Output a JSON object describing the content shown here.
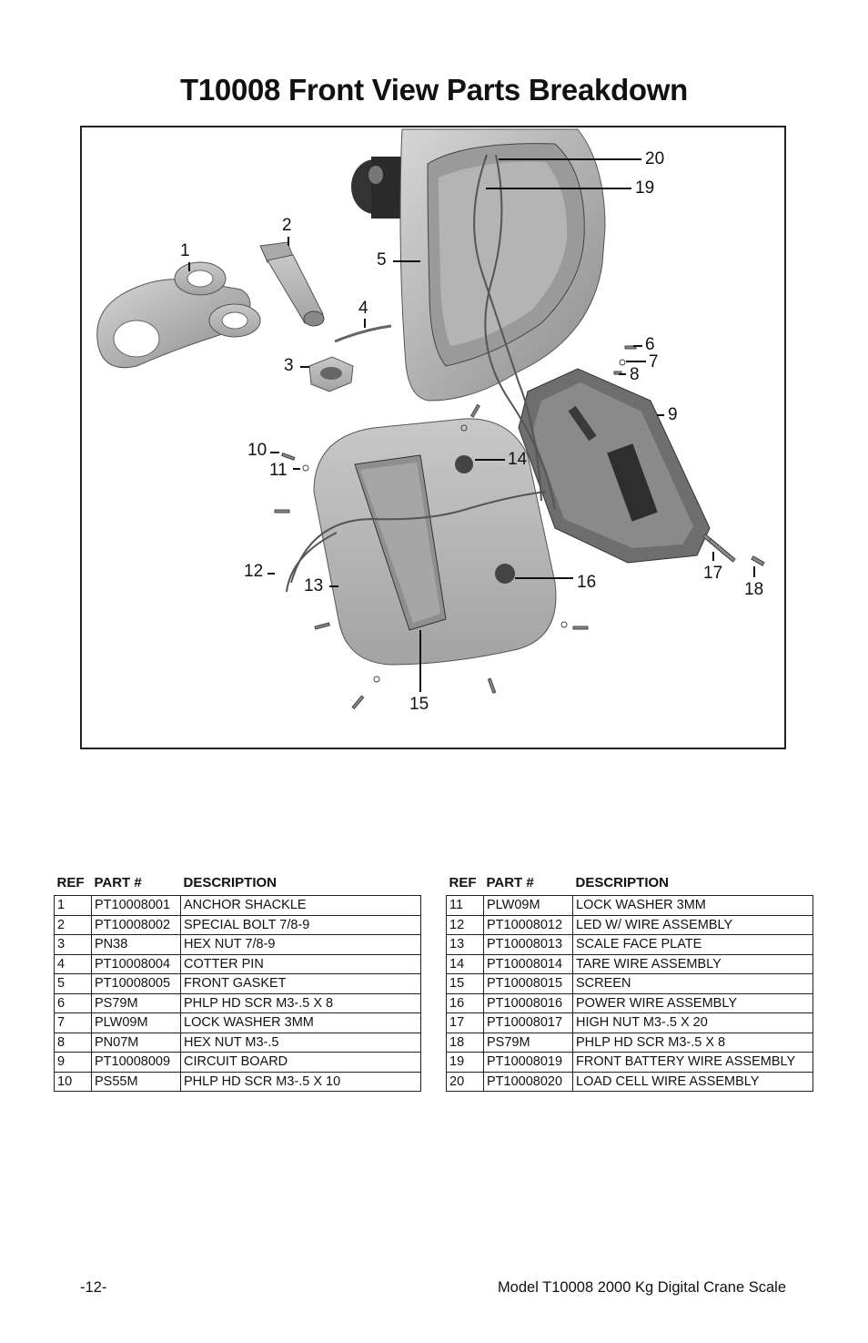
{
  "title": "T10008 Front View Parts Breakdown",
  "diagram": {
    "callouts": [
      "1",
      "2",
      "3",
      "4",
      "5",
      "6",
      "7",
      "8",
      "9",
      "10",
      "11",
      "12",
      "13",
      "14",
      "15",
      "16",
      "17",
      "18",
      "19",
      "20"
    ]
  },
  "tables": {
    "headers": {
      "ref": "REF",
      "part": "PART #",
      "desc": "DESCRIPTION"
    },
    "left": [
      {
        "ref": "1",
        "part": "PT10008001",
        "desc": "ANCHOR SHACKLE"
      },
      {
        "ref": "2",
        "part": "PT10008002",
        "desc": "SPECIAL BOLT 7/8-9"
      },
      {
        "ref": "3",
        "part": "PN38",
        "desc": "HEX NUT 7/8-9"
      },
      {
        "ref": "4",
        "part": "PT10008004",
        "desc": "COTTER PIN"
      },
      {
        "ref": "5",
        "part": "PT10008005",
        "desc": "FRONT GASKET"
      },
      {
        "ref": "6",
        "part": "PS79M",
        "desc": "PHLP HD SCR M3-.5 X 8"
      },
      {
        "ref": "7",
        "part": "PLW09M",
        "desc": "LOCK WASHER 3MM"
      },
      {
        "ref": "8",
        "part": "PN07M",
        "desc": "HEX NUT M3-.5"
      },
      {
        "ref": "9",
        "part": "PT10008009",
        "desc": "CIRCUIT BOARD"
      },
      {
        "ref": "10",
        "part": "PS55M",
        "desc": "PHLP HD SCR M3-.5 X 10"
      }
    ],
    "right": [
      {
        "ref": "11",
        "part": "PLW09M",
        "desc": "LOCK WASHER 3MM"
      },
      {
        "ref": "12",
        "part": "PT10008012",
        "desc": "LED W/ WIRE ASSEMBLY"
      },
      {
        "ref": "13",
        "part": "PT10008013",
        "desc": "SCALE FACE PLATE"
      },
      {
        "ref": "14",
        "part": "PT10008014",
        "desc": "TARE WIRE ASSEMBLY"
      },
      {
        "ref": "15",
        "part": "PT10008015",
        "desc": "SCREEN"
      },
      {
        "ref": "16",
        "part": "PT10008016",
        "desc": "POWER WIRE ASSEMBLY"
      },
      {
        "ref": "17",
        "part": "PT10008017",
        "desc": "HIGH NUT M3-.5 X 20"
      },
      {
        "ref": "18",
        "part": "PS79M",
        "desc": "PHLP HD SCR M3-.5 X 8"
      },
      {
        "ref": "19",
        "part": "PT10008019",
        "desc": "FRONT BATTERY WIRE ASSEMBLY"
      },
      {
        "ref": "20",
        "part": "PT10008020",
        "desc": "LOAD CELL WIRE ASSEMBLY"
      }
    ]
  },
  "footer": {
    "page_number": "-12-",
    "model": "Model T10008 2000 Kg Digital Crane Scale"
  }
}
